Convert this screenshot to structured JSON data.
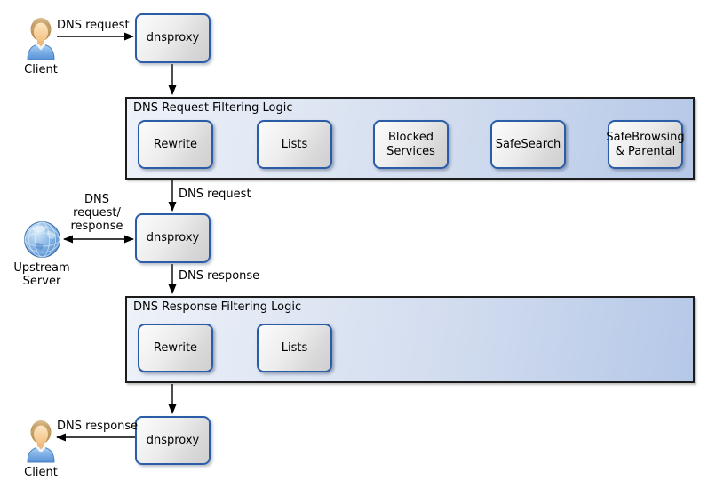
{
  "colors": {
    "container_border": "#1c1c1c",
    "container_bg_left": "#eef2f9",
    "container_bg_right": "#b5c8e8",
    "node_border": "#2b5ca8",
    "node_bg_light": "#fcfcfc",
    "node_bg_dark": "#cfcfcf",
    "arrow": "#000000",
    "text": "#000000",
    "globe_blue": "#5b9bd5",
    "shirt_blue": "#6fa4e0",
    "hair_brown": "#c09a64"
  },
  "nodes": {
    "client_top_label": "Client",
    "client_bottom_label": "Client",
    "upstream_label": "Upstream\nServer",
    "dnsproxy_top": "dnsproxy",
    "dnsproxy_mid": "dnsproxy",
    "dnsproxy_bottom": "dnsproxy"
  },
  "containers": [
    {
      "title": "DNS Request Filtering Logic",
      "boxes": [
        "Rewrite",
        "Lists",
        "Blocked Services",
        "SafeSearch",
        "SafeBrowsing & Parental"
      ]
    },
    {
      "title": "DNS Response Filtering Logic",
      "boxes": [
        "Rewrite",
        "Lists"
      ]
    }
  ],
  "edge_labels": {
    "client_request": "DNS request",
    "filtered_request": "DNS request",
    "upstream_exchange": "DNS\nrequest/\nresponse",
    "proxy_response": "DNS response",
    "client_response": "DNS response"
  }
}
